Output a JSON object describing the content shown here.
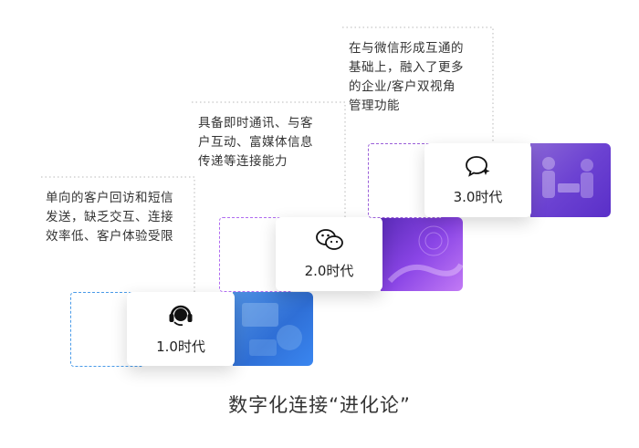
{
  "stages": [
    {
      "label": "1.0时代",
      "icon": "headset-icon",
      "description": [
        "单向的客户回访和短信",
        "发送，缺乏交互、连接",
        "效率低、客户体验受限"
      ],
      "color": "#3b8be6"
    },
    {
      "label": "2.0时代",
      "icon": "chat-bubbles-icon",
      "description": [
        "具备即时通讯、与客",
        "户互动、富媒体信息",
        "传递等连接能力"
      ],
      "color": "#8b3fe0"
    },
    {
      "label": "3.0时代",
      "icon": "sparkle-chat-icon",
      "description": [
        "在与微信形成互通的",
        "基础上，融入了更多",
        "的企业/客户双视角",
        "管理功能"
      ],
      "color": "#7b35d8"
    }
  ],
  "title": "数字化连接“进化论”"
}
